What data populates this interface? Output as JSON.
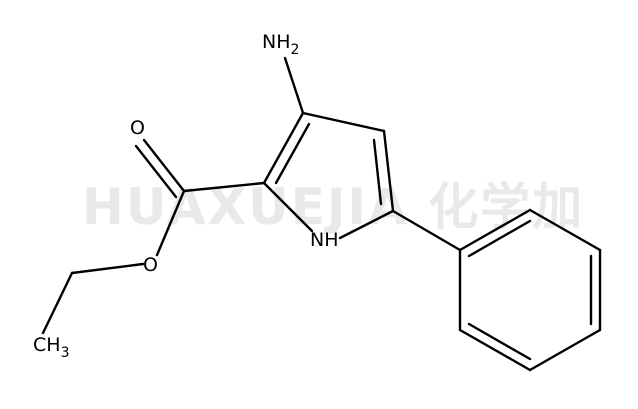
{
  "watermark": "HUAXUEJIA 化学加",
  "labels": {
    "amino_main": "NH",
    "amino_sub": "2",
    "carbonyl_oxygen": "O",
    "ester_oxygen": "O",
    "ring_nh": "NH",
    "methyl_main": "CH",
    "methyl_sub": "3"
  },
  "colors": {
    "bond": "#000000",
    "text": "#000000",
    "watermark": "#e9e9e9"
  }
}
